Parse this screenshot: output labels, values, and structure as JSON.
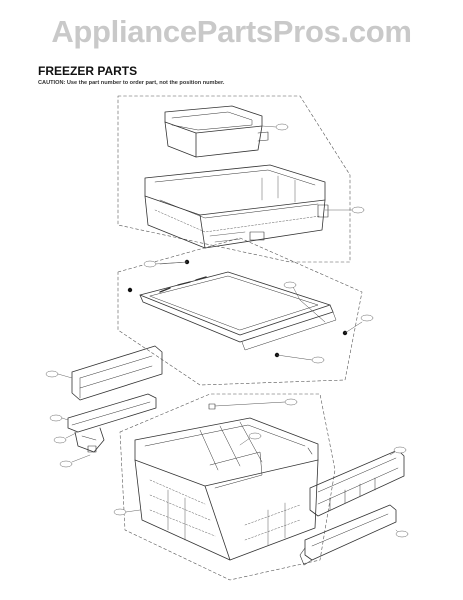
{
  "watermark": {
    "text": "AppliancePartsPros.com"
  },
  "header": {
    "title": "FREEZER PARTS",
    "caution": "CAUTION: Use the part number to order part, not the position number."
  },
  "callouts": [
    {
      "id": "c1",
      "label": ""
    },
    {
      "id": "c2",
      "label": ""
    },
    {
      "id": "c3",
      "label": ""
    },
    {
      "id": "c4",
      "label": ""
    },
    {
      "id": "c5",
      "label": ""
    },
    {
      "id": "c6",
      "label": ""
    },
    {
      "id": "c7",
      "label": ""
    },
    {
      "id": "c8",
      "label": ""
    },
    {
      "id": "c9",
      "label": ""
    },
    {
      "id": "c10",
      "label": ""
    },
    {
      "id": "c11",
      "label": ""
    },
    {
      "id": "c12",
      "label": ""
    },
    {
      "id": "c13",
      "label": ""
    },
    {
      "id": "c14",
      "label": ""
    },
    {
      "id": "c15",
      "label": ""
    }
  ]
}
